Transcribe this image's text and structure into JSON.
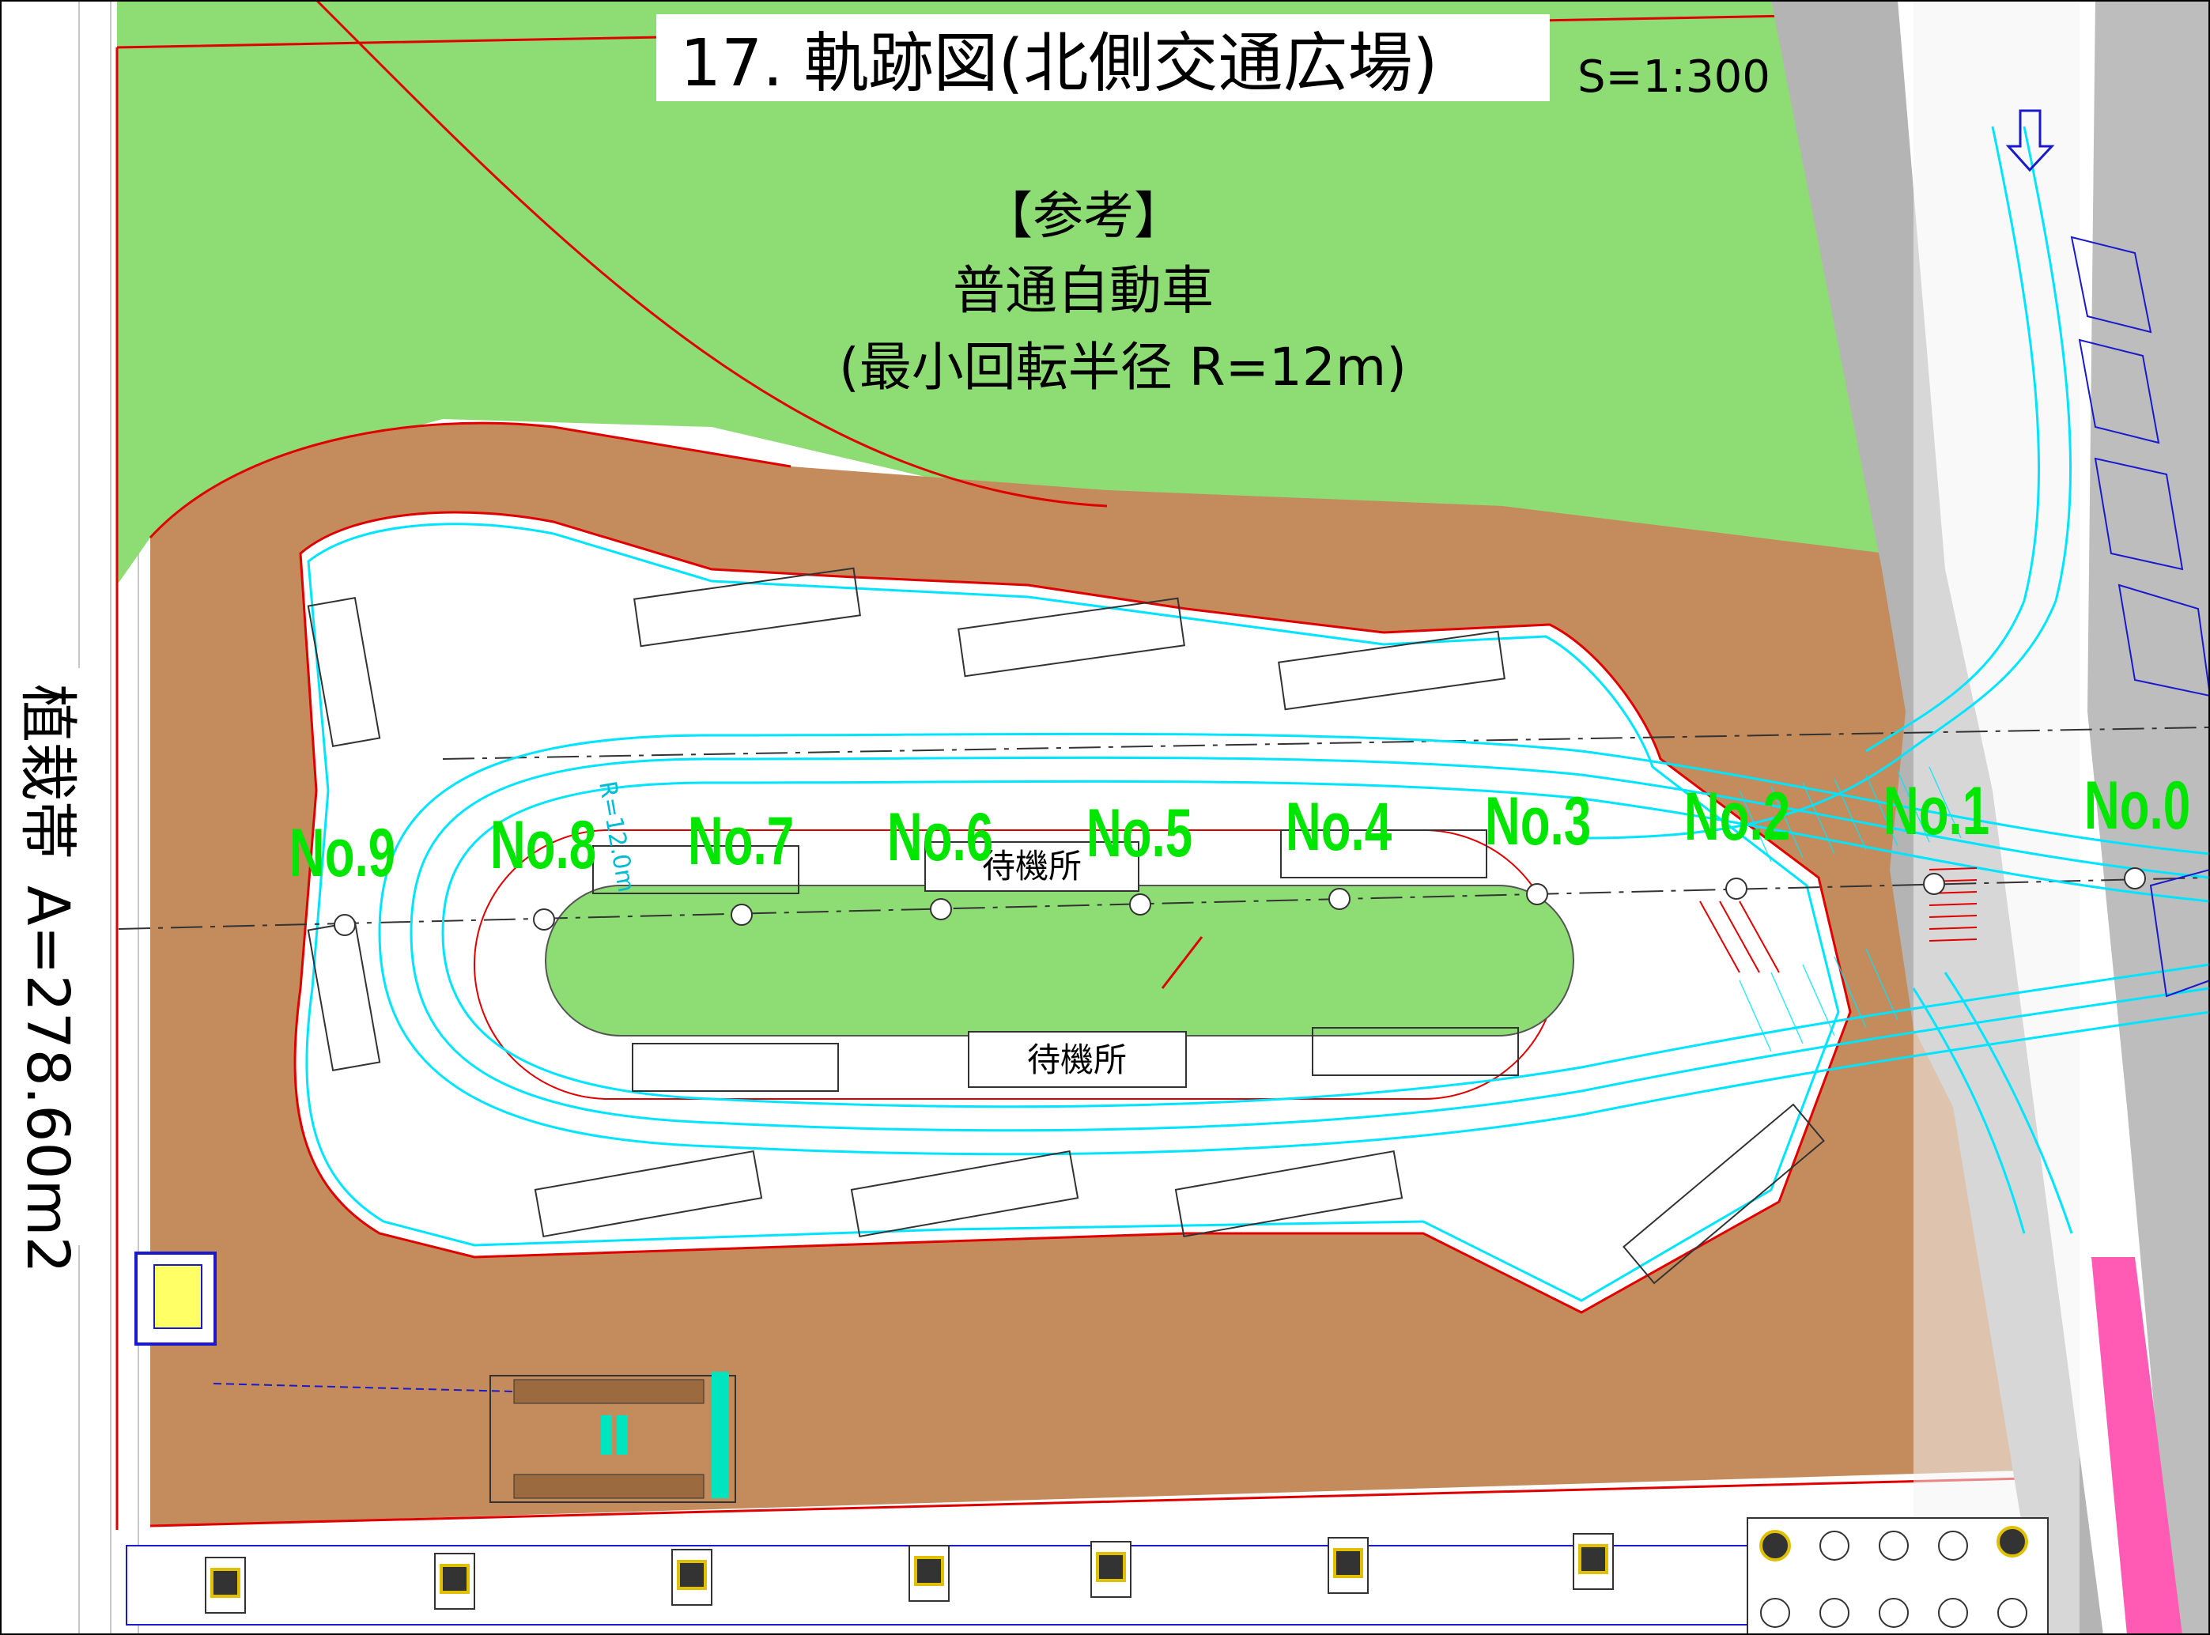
{
  "title": {
    "main": "17. 軌跡図(北側交通広場)",
    "scale": "S=1:300"
  },
  "reference": {
    "heading": "【参考】",
    "vehicle": "普通自動車",
    "radius": "(最小回転半径 R=12m)"
  },
  "planting": {
    "label": "植栽帯",
    "area": "A=278.60m2"
  },
  "radius_mark": "R=12.0m",
  "waiting_area": {
    "upper": "待機所",
    "lower": "待機所"
  },
  "stations": [
    "No.9",
    "No.8",
    "No.7",
    "No.6",
    "No.5",
    "No.4",
    "No.3",
    "No.2",
    "No.1",
    "No.0"
  ],
  "colors": {
    "green_area": "#8ddc74",
    "brown_area": "#c48b5c",
    "road": "#b4b4b4",
    "trajectory": "#00e5ff",
    "boundary": "#e00000",
    "station_label": "#00e600",
    "pink_zone": "#ff5ab4"
  }
}
